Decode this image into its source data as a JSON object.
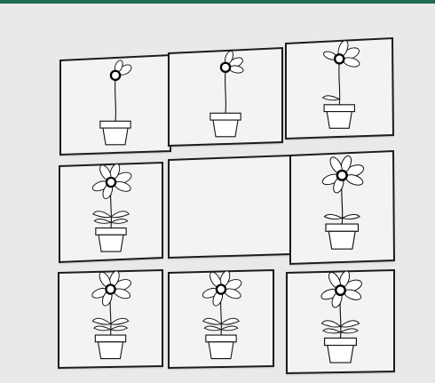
{
  "app": {
    "accent_color": "#1f6a55",
    "background_color": "#e9e9e9"
  },
  "puzzle": {
    "type": "flower-growth-sequence",
    "grid": {
      "rows": 3,
      "cols": 3
    },
    "cells": [
      {
        "row": 1,
        "col": 1,
        "state": "filled",
        "stage": "sprout-petals-2",
        "leaves": 0
      },
      {
        "row": 1,
        "col": 2,
        "state": "filled",
        "stage": "petals-3",
        "leaves": 0
      },
      {
        "row": 1,
        "col": 3,
        "state": "filled",
        "stage": "petals-4",
        "leaves": 1
      },
      {
        "row": 2,
        "col": 1,
        "state": "filled",
        "stage": "bloom",
        "leaves": 4
      },
      {
        "row": 2,
        "col": 2,
        "state": "empty"
      },
      {
        "row": 2,
        "col": 3,
        "state": "filled",
        "stage": "bloom",
        "leaves": 2
      },
      {
        "row": 3,
        "col": 1,
        "state": "filled",
        "stage": "bloom",
        "leaves": 4
      },
      {
        "row": 3,
        "col": 2,
        "state": "filled",
        "stage": "bloom",
        "leaves": 4
      },
      {
        "row": 3,
        "col": 3,
        "state": "filled",
        "stage": "bloom",
        "leaves": 4
      }
    ]
  }
}
